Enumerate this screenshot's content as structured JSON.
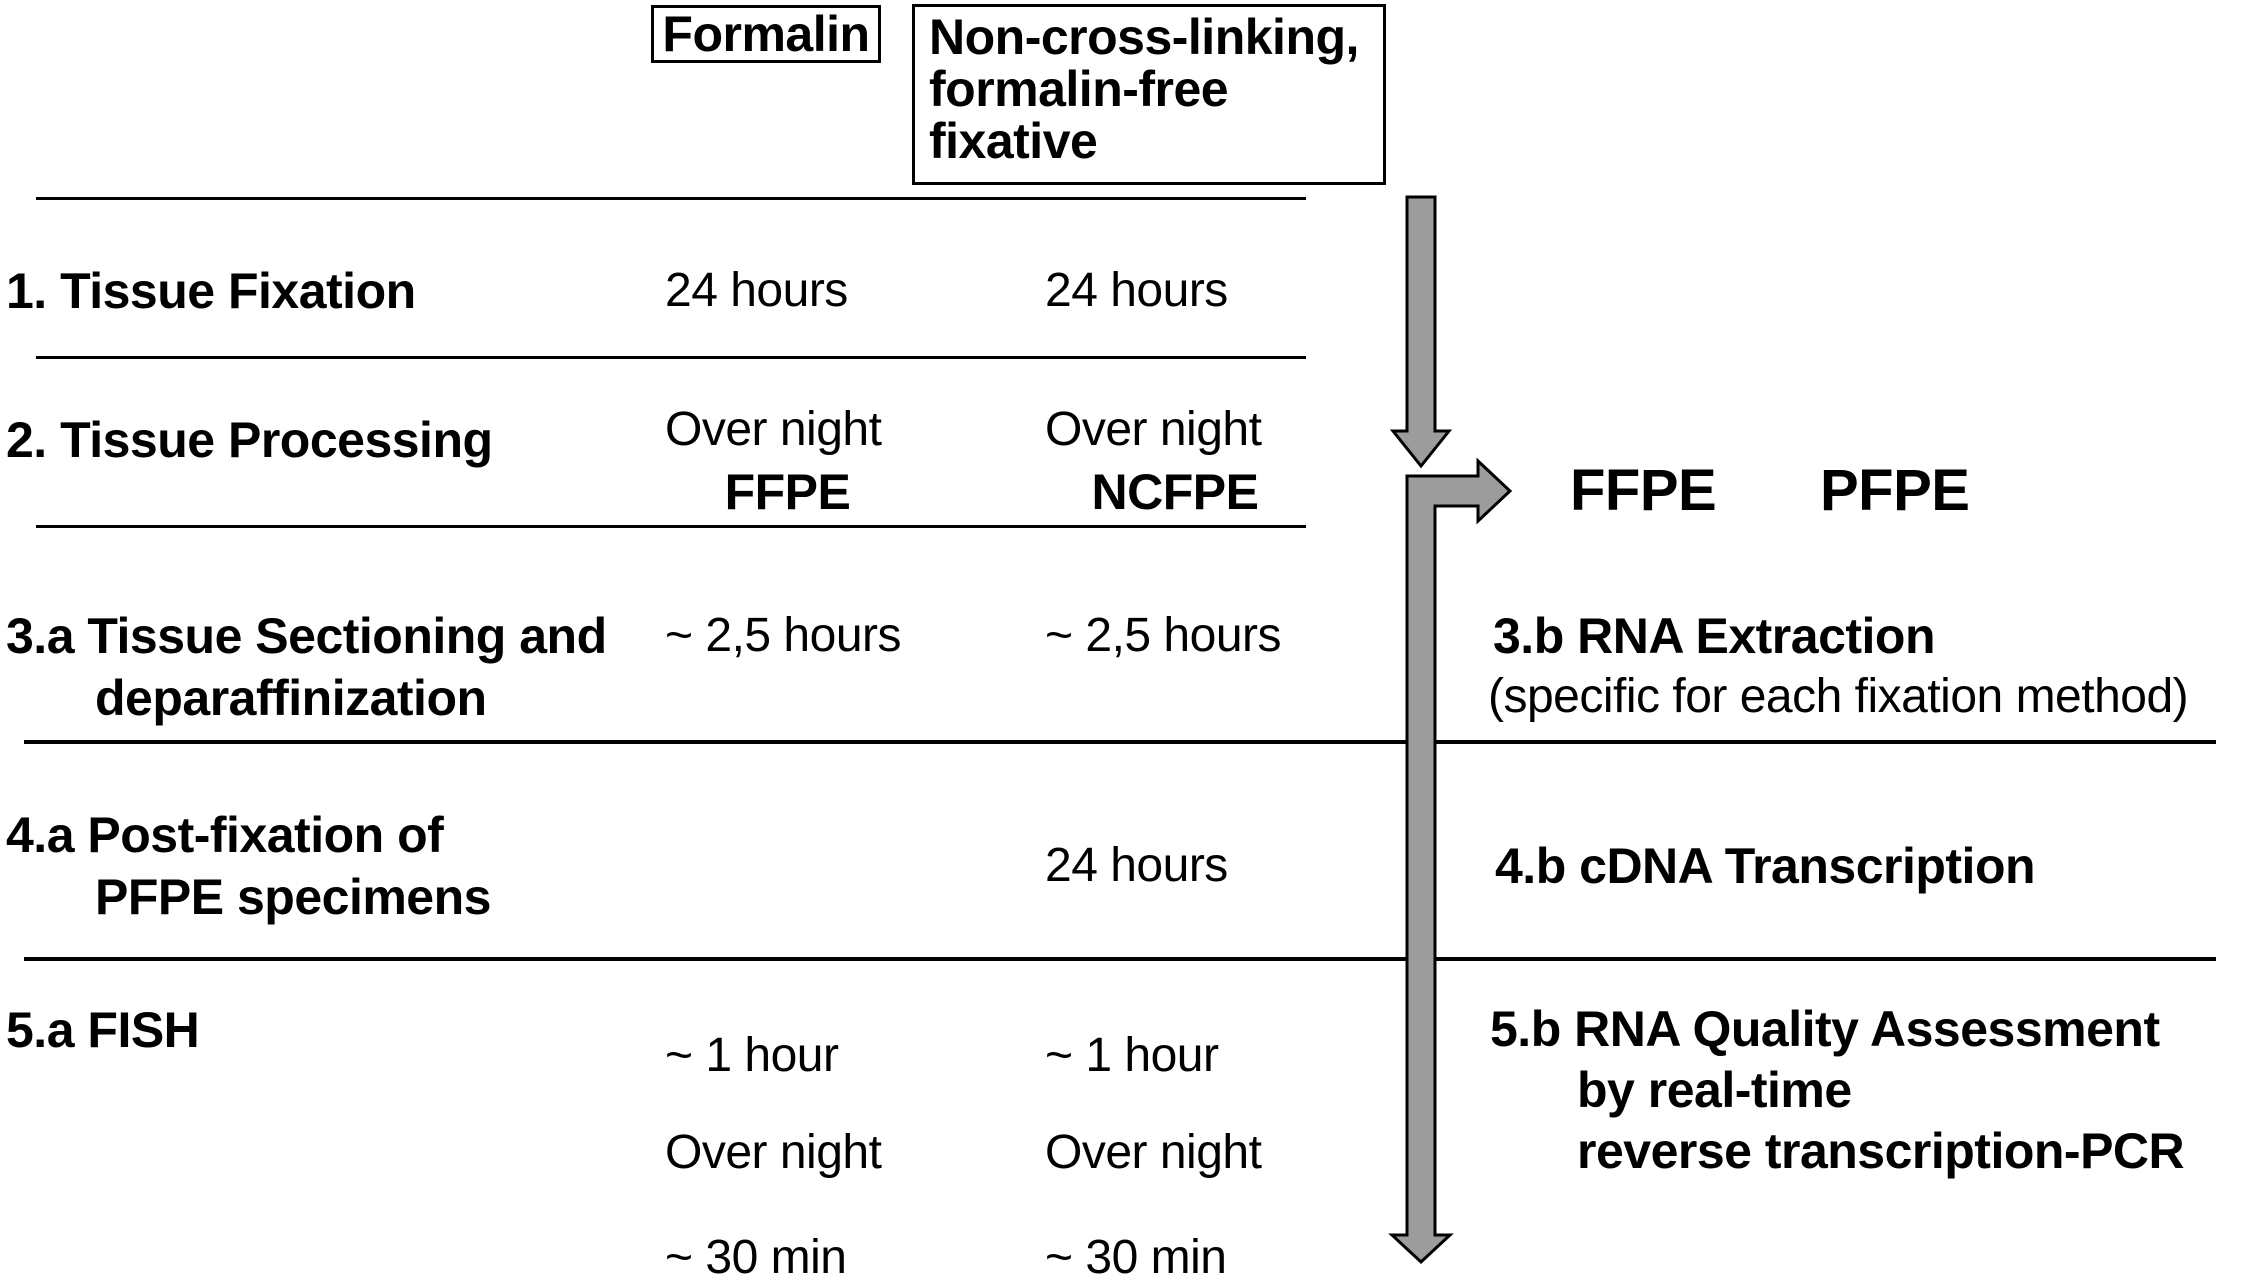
{
  "colors": {
    "background": "#ffffff",
    "text": "#000000",
    "line": "#000000",
    "arrow_fill": "#9c9c9c",
    "arrow_outline": "#000000"
  },
  "header": {
    "formalin_box_label": "Formalin",
    "fixative_box": {
      "line1": "Non-cross-linking,",
      "line2": "formalin-free",
      "line3": "fixative"
    }
  },
  "branch_labels": {
    "ffpe": "FFPE",
    "pfpe": "PFPE"
  },
  "steps_left": {
    "row1": {
      "label": "1. Tissue Fixation",
      "formalin": "24 hours",
      "ncl": "24 hours"
    },
    "row2": {
      "label": "2. Tissue Processing",
      "formalin": "Over night",
      "ncl": "Over night",
      "formalin_result": "FFPE",
      "ncl_result": "NCFPE"
    },
    "row3": {
      "label_line1": "3.a Tissue Sectioning and",
      "label_line2": "deparaffinization",
      "formalin": "~ 2,5 hours",
      "ncl": "~ 2,5 hours"
    },
    "row4": {
      "label_line1": "4.a Post-fixation of",
      "label_line2": "PFPE specimens",
      "ncl": "24 hours"
    },
    "row5": {
      "label": "5.a FISH",
      "formalin": [
        "~ 1 hour",
        "Over night",
        "~ 30 min"
      ],
      "ncl": [
        "~ 1 hour",
        "Over night",
        "~ 30 min"
      ]
    }
  },
  "steps_right": {
    "step3": {
      "title": "3.b RNA Extraction",
      "note": "(specific for each fixation method)"
    },
    "step4": {
      "title": "4.b cDNA Transcription"
    },
    "step5": {
      "line1": "5.b RNA Quality Assessment",
      "line2": "by real-time",
      "line3": "reverse transcription-PCR"
    }
  }
}
